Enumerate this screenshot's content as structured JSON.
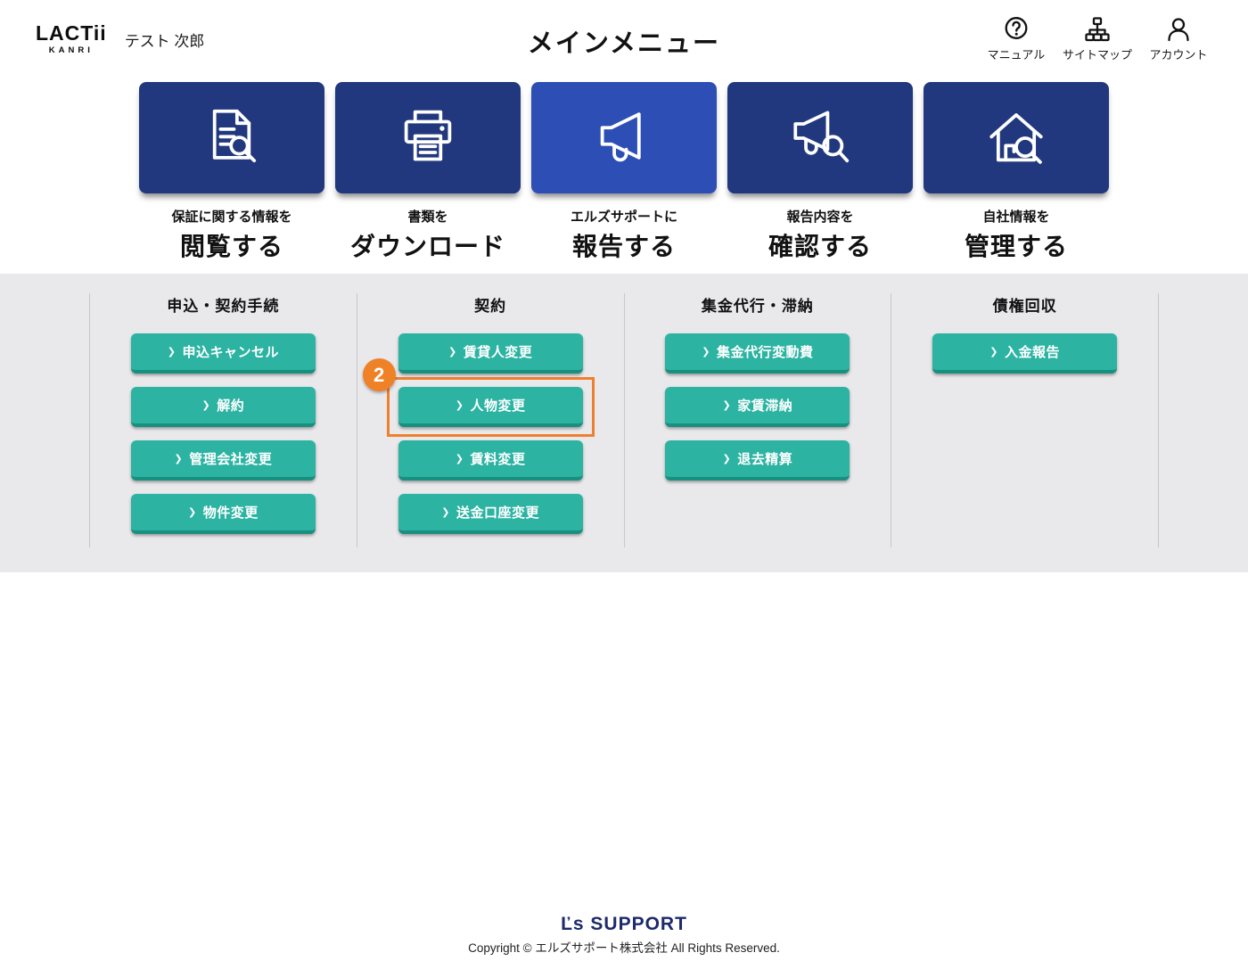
{
  "header": {
    "logo_line1": "LACTii",
    "logo_line2": "KANRI",
    "user_name": "テスト 次郎",
    "title": "メインメニュー",
    "nav": [
      {
        "label": "マニュアル"
      },
      {
        "label": "サイトマップ"
      },
      {
        "label": "アカウント"
      }
    ]
  },
  "tiles": [
    {
      "line1": "保証に関する情報を",
      "line2": "閲覧する"
    },
    {
      "line1": "書類を",
      "line2": "ダウンロード"
    },
    {
      "line1": "エルズサポートに",
      "line2": "報告する"
    },
    {
      "line1": "報告内容を",
      "line2": "確認する"
    },
    {
      "line1": "自社情報を",
      "line2": "管理する"
    }
  ],
  "columns": [
    {
      "title": "申込・契約手続",
      "buttons": [
        "申込キャンセル",
        "解約",
        "管理会社変更",
        "物件変更"
      ]
    },
    {
      "title": "契約",
      "buttons": [
        "賃貸人変更",
        "人物変更",
        "賃料変更",
        "送金口座変更"
      ],
      "badge": "2"
    },
    {
      "title": "集金代行・滞納",
      "buttons": [
        "集金代行変動費",
        "家賃滞納",
        "退去精算"
      ]
    },
    {
      "title": "債権回収",
      "buttons": [
        "入金報告"
      ]
    }
  ],
  "footer": {
    "logo_text": "Ľs SUPPORT",
    "copyright": "Copyright © エルズサポート株式会社 All Rights Reserved."
  },
  "colors": {
    "navy_tile": "#21387e",
    "active_tile": "#2d4fb5",
    "teal_button": "#2cb3a2",
    "teal_button_shadow": "#18907f",
    "highlight_orange": "#ee7f2d",
    "panel_bg": "#e9e9ec",
    "footer_navy": "#1d2a6b"
  }
}
